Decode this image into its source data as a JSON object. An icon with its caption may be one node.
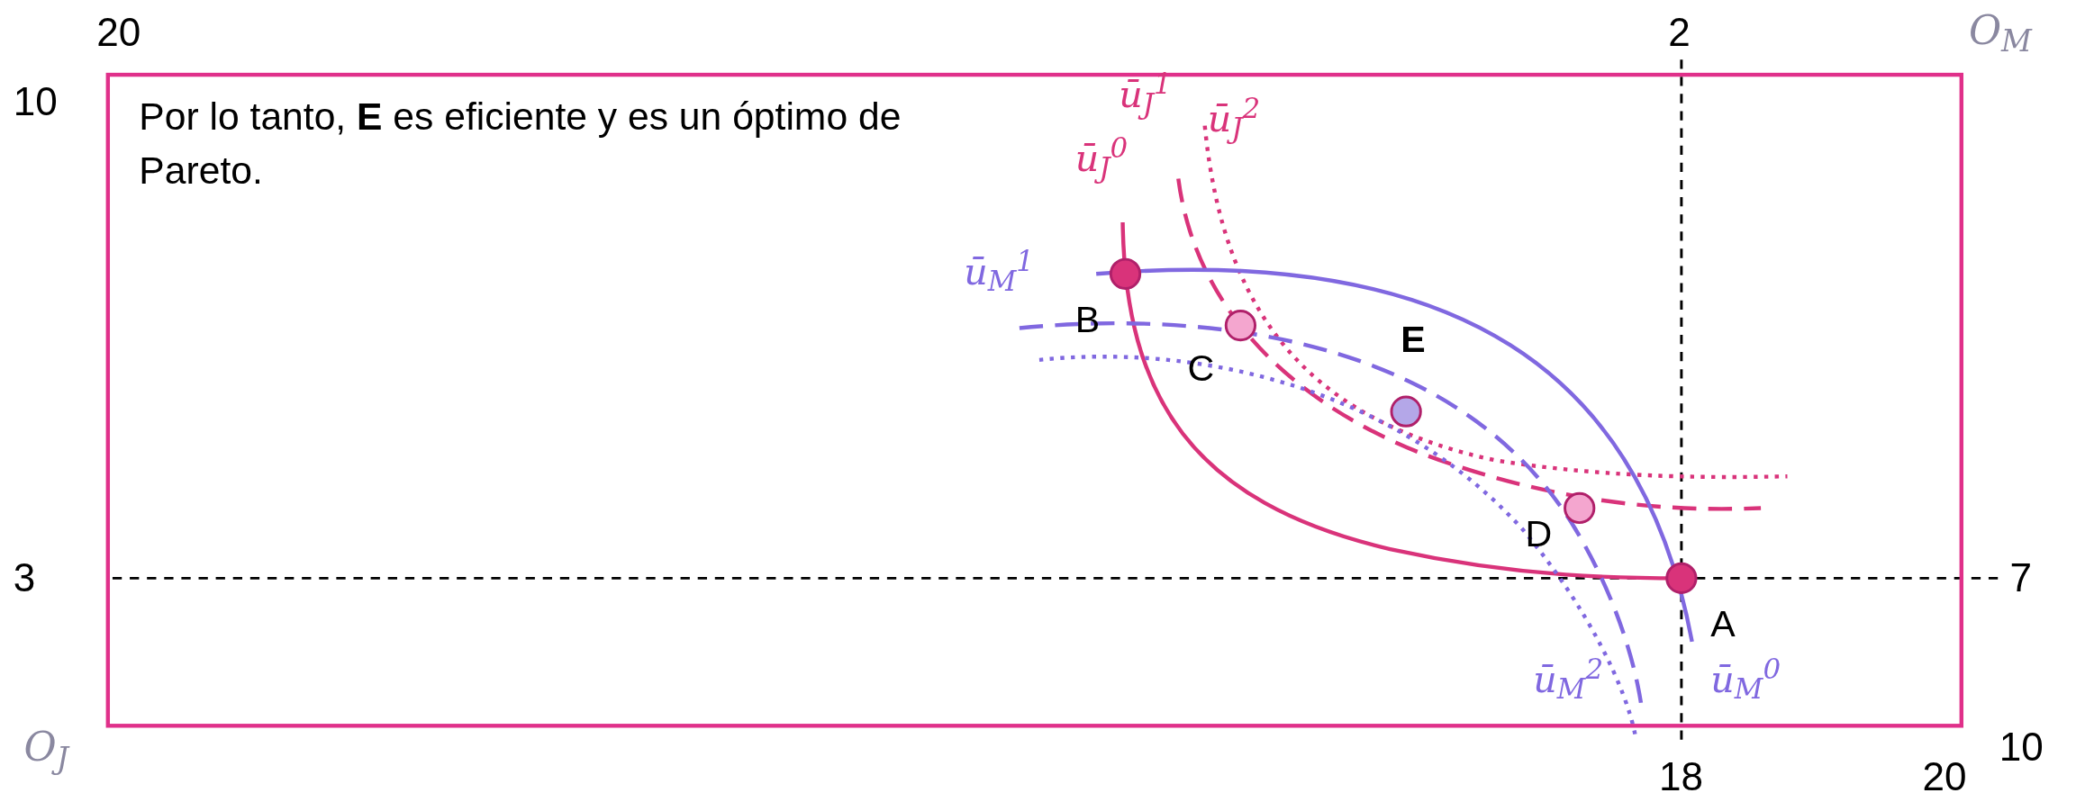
{
  "diagram": {
    "nodes": [
      {
        "text": [
          "Por lo tanto, **E** es eficiente y es un óptimo de Pareto."
        ]
      },
      {
        "text": [],
        "shape": "circle",
        "in": 0,
        "beside": [
          "B"
        ]
      },
      {
        "text": [],
        "shape": "circle",
        "in": 0,
        "beside": [
          "C"
        ]
      },
      {
        "text": [],
        "shape": "circle",
        "in": 0,
        "beside": [
          "E"
        ]
      },
      {
        "text": [],
        "shape": "circle",
        "in": 0,
        "beside": [
          "D"
        ]
      },
      {
        "text": [],
        "shape": "circle",
        "in": 0,
        "beside": [
          "A"
        ]
      }
    ],
    "labels": [
      "20",
      "2",
      "O$_{M}$",
      "10",
      "ū$_{J}$$^{1}$",
      "ū$_{J}$$^{2}$",
      "ū$_{J}$$^{0}$",
      "ū$_{M}$$^{1}$",
      "3",
      "7",
      "ū$_{M}$$^{2}$",
      "ū$_{M}$$^{0}$",
      "10",
      "O$_{J}$",
      "18",
      "20"
    ]
  }
}
